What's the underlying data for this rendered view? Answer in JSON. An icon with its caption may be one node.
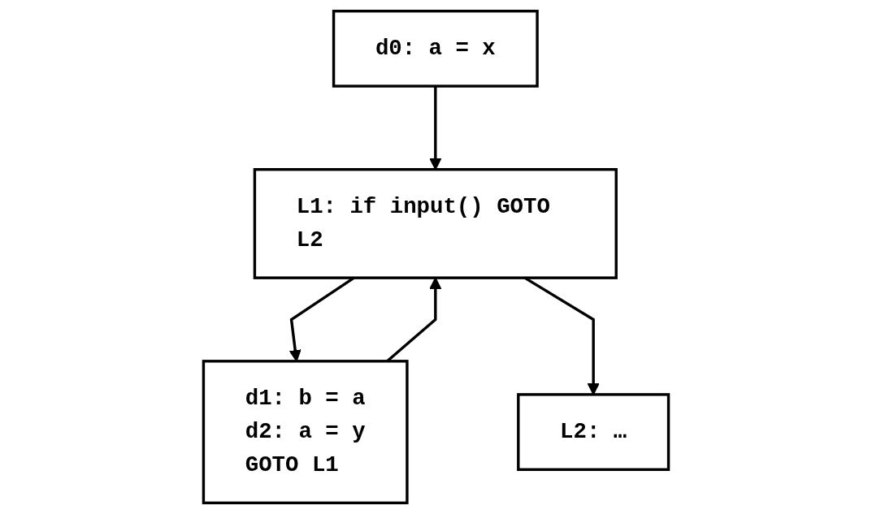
{
  "diagram": {
    "nodes": [
      {
        "text": [
          "d0: a = x"
        ]
      },
      {
        "text": [
          "L1: if input() GOTO L2"
        ]
      },
      {
        "text": [
          "d1: b = a",
          "d2: a = y",
          "GOTO L1"
        ]
      },
      {
        "text": [
          "L2: …"
        ]
      }
    ],
    "edges": [
      {
        "from": 0,
        "to": 1,
        "arrow": "to"
      },
      {
        "from": 1,
        "to": 2,
        "arrow": "to"
      },
      {
        "from": 1,
        "to": 3,
        "arrow": "to"
      },
      {
        "from": 2,
        "to": 1,
        "arrow": "to"
      }
    ]
  }
}
